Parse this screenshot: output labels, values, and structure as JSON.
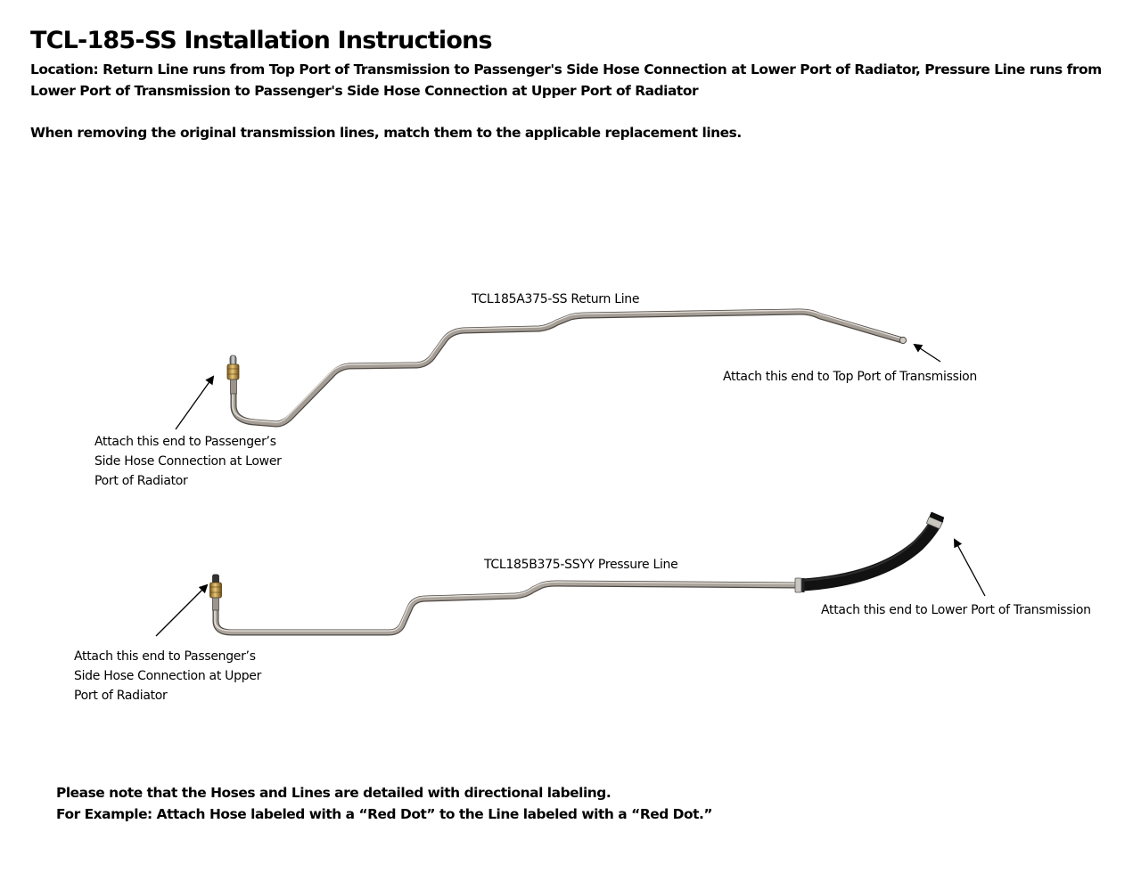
{
  "document": {
    "title": "TCL-185-SS Installation Instructions",
    "location_text": "Location: Return Line runs from Top Port of Transmission to Passenger's Side Hose Connection at Lower Port of Radiator, Pressure Line runs from Lower Port of Transmission to Passenger's Side Hose Connection at Upper Port of Radiator",
    "instruction": "When removing the original transmission lines, match them to the applicable replacement lines."
  },
  "return_line": {
    "label": "TCL185A375-SS Return Line",
    "callout_transmission_end": "Attach this end to Top Port of Transmission",
    "callout_radiator_end_lines": [
      "Attach this end to Passenger’s",
      "Side Hose Connection at Lower",
      "Port of Radiator"
    ]
  },
  "pressure_line": {
    "label": "TCL185B375-SSYY Pressure Line",
    "callout_transmission_end": "Attach this end to Lower Port of Transmission",
    "callout_radiator_end_lines": [
      "Attach this end to Passenger’s",
      "Side Hose Connection at Upper",
      "Port of Radiator"
    ]
  },
  "footer_note": {
    "line1": "Please note that the Hoses and Lines are detailed with directional labeling.",
    "line2": "For Example: Attach Hose labeled with a “Red Dot” to the Line labeled with a “Red Dot.”"
  },
  "colors": {
    "text": "#000000",
    "background": "#ffffff",
    "steel_dark": "#5a544e",
    "steel_mid": "#9a948c",
    "steel_light": "#e6e2dc",
    "brass": "#b8903c",
    "hose": "#141414"
  }
}
